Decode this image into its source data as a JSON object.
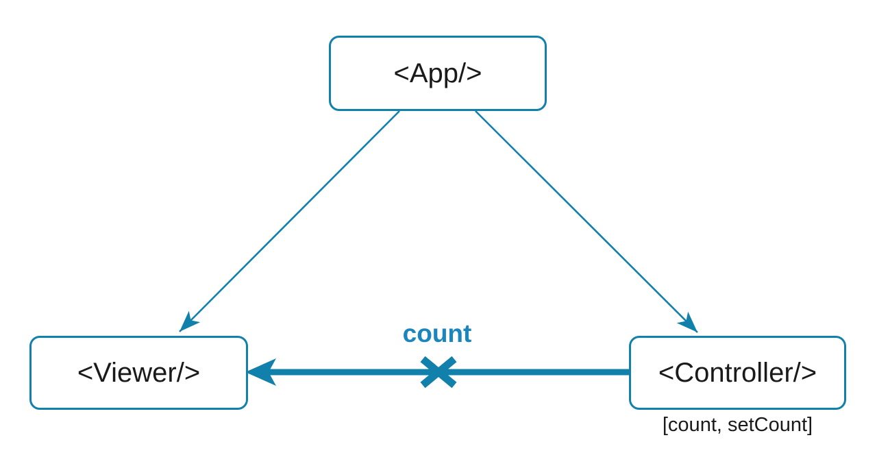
{
  "diagram": {
    "accent_color": "#1180ab",
    "label_accent_color": "#1b86bd",
    "text_color": "#1a1a1a",
    "nodes": {
      "app": {
        "label": "<App/>"
      },
      "viewer": {
        "label": "<Viewer/>"
      },
      "controller": {
        "label": "<Controller/>",
        "sublabel": "[count, setCount]"
      }
    },
    "edges": {
      "app_to_viewer": {
        "from": "app",
        "to": "viewer",
        "style": "thin-arrow"
      },
      "app_to_controller": {
        "from": "app",
        "to": "controller",
        "style": "thin-arrow"
      },
      "controller_to_viewer": {
        "from": "controller",
        "to": "viewer",
        "style": "thick-arrow",
        "label": "count",
        "marker": "x-cross"
      }
    }
  }
}
